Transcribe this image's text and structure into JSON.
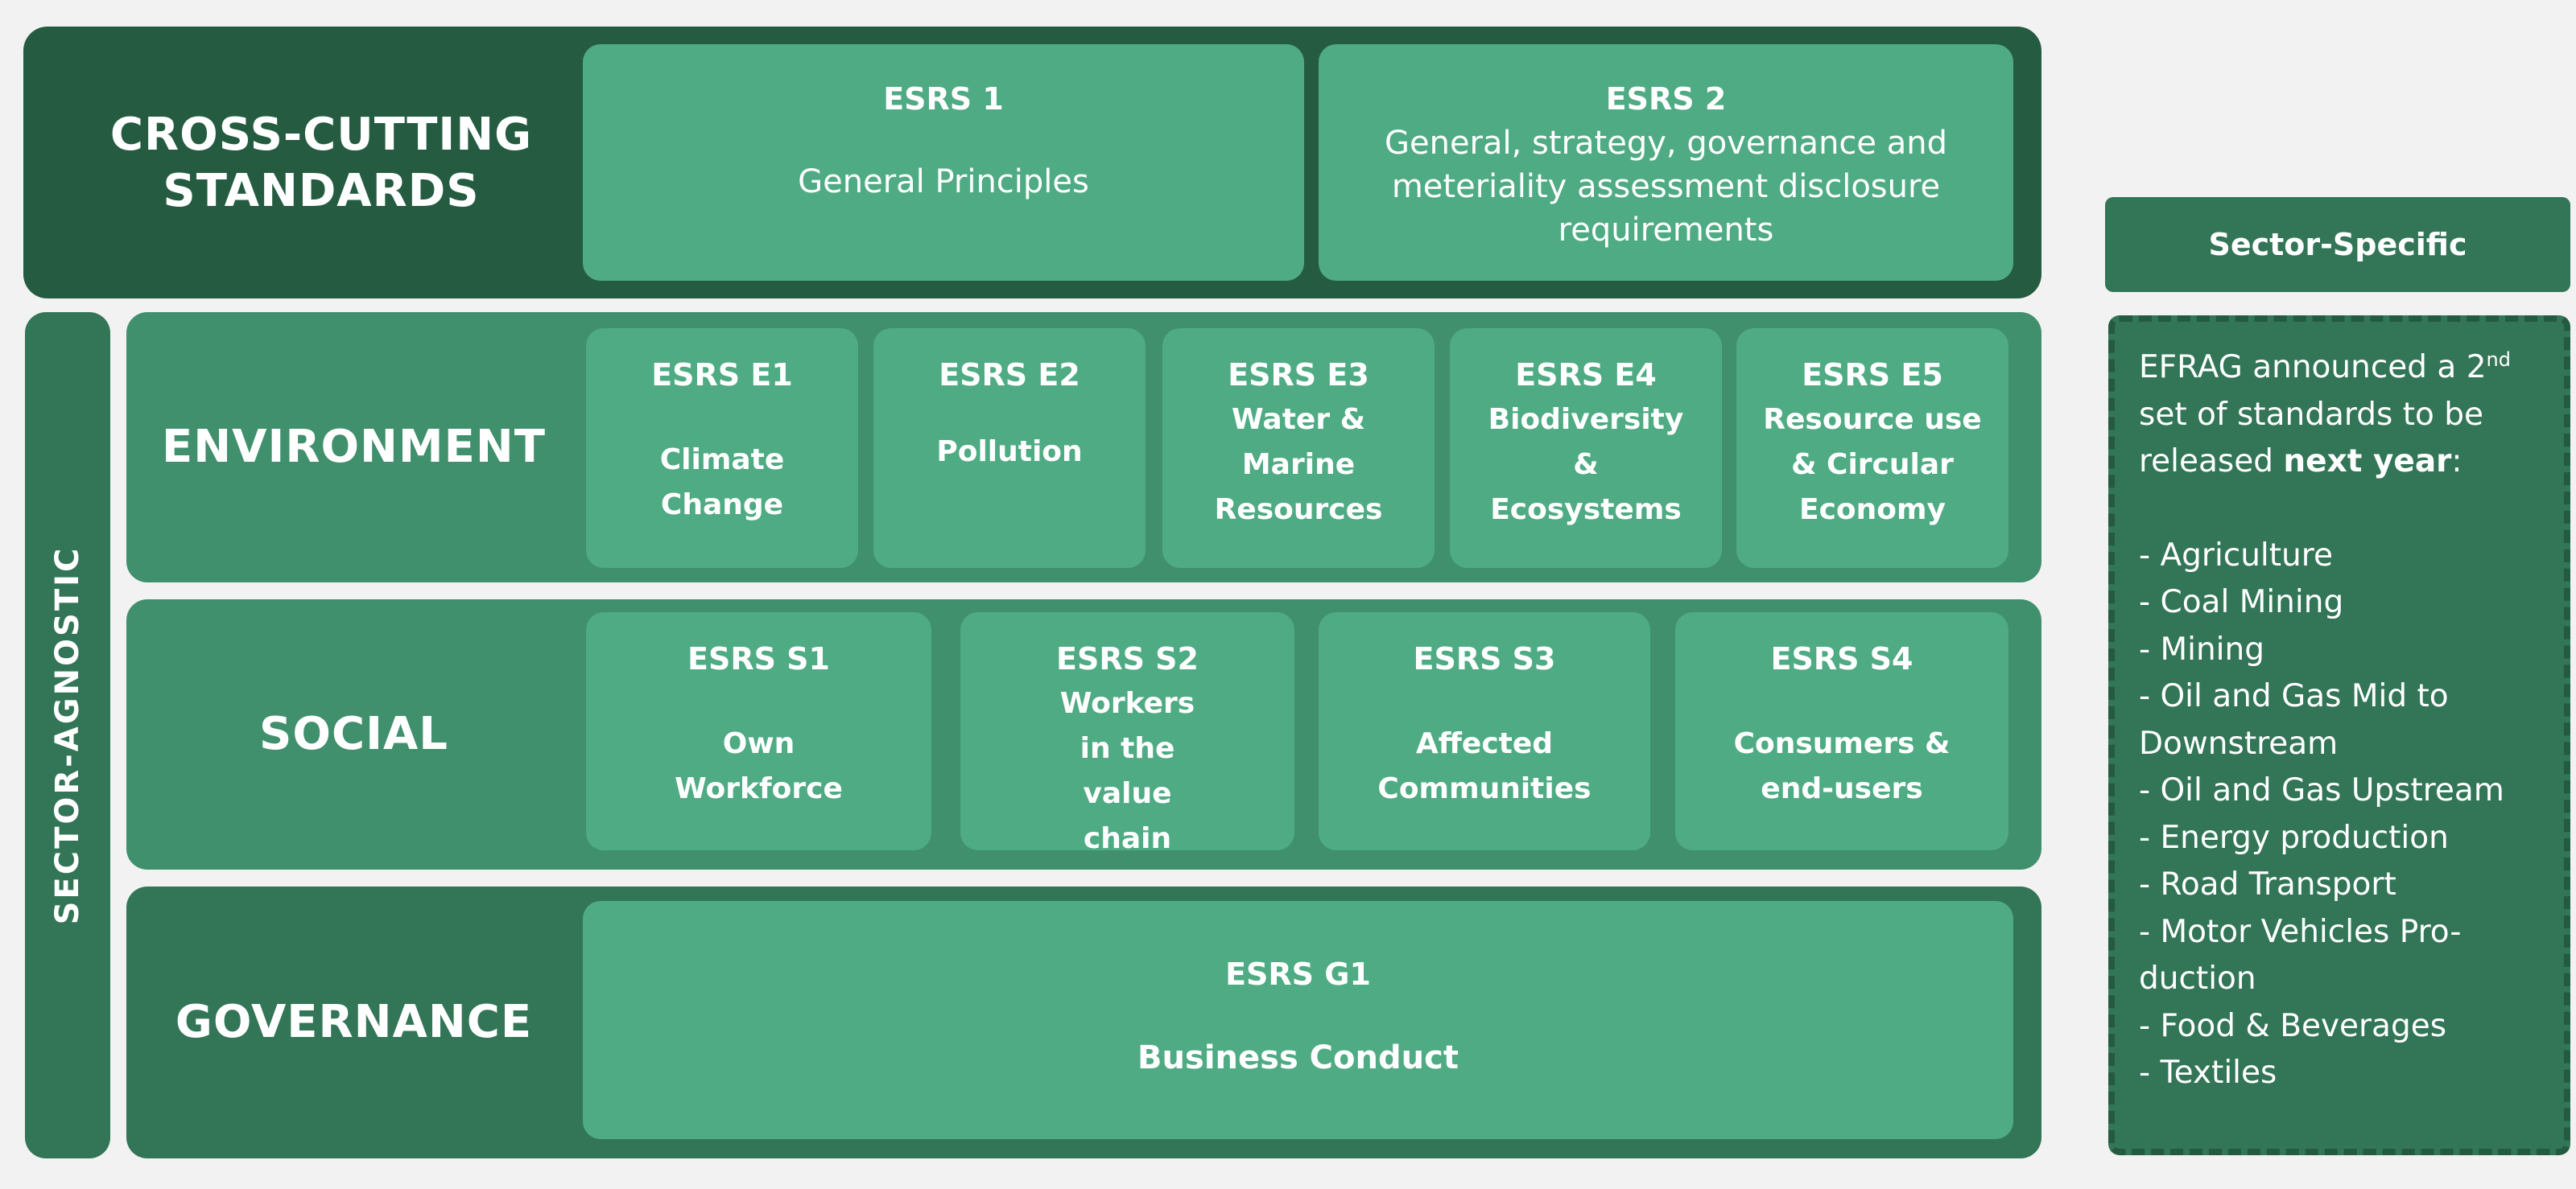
{
  "cross_cutting": {
    "label": "CROSS-CUTTING STANDARDS",
    "standards": [
      {
        "code": "ESRS 1",
        "title": "General Principles"
      },
      {
        "code": "ESRS 2",
        "title": "General, strategy, governance and meteriality assessment disclosure requirements"
      }
    ]
  },
  "sector_agnostic": {
    "label": "SECTOR-AGNOSTIC"
  },
  "environment": {
    "label": "ENVIRONMENT",
    "standards": [
      {
        "code": "ESRS E1",
        "title": "Climate Change"
      },
      {
        "code": "ESRS E2",
        "title": "Pollution"
      },
      {
        "code": "ESRS E3",
        "title": "Water & Marine Resources"
      },
      {
        "code": "ESRS E4",
        "title": "Biodiversity & Ecosystems"
      },
      {
        "code": "ESRS E5",
        "title": "Resource use & Circular Economy"
      }
    ]
  },
  "social": {
    "label": "SOCIAL",
    "standards": [
      {
        "code": "ESRS S1",
        "title": "Own Workforce"
      },
      {
        "code": "ESRS S2",
        "title": "Workers in the value chain"
      },
      {
        "code": "ESRS S3",
        "title": "Affected Communities"
      },
      {
        "code": "ESRS S4",
        "title": "Consumers & end-users"
      }
    ]
  },
  "governance": {
    "label": "GOVERNANCE",
    "standards": [
      {
        "code": "ESRS G1",
        "title": "Business Conduct"
      }
    ]
  },
  "sector_specific": {
    "header": "Sector-Specific",
    "intro_part1": "EFRAG announced a 2",
    "intro_sup": "nd",
    "intro_part2": " set of standards to be released ",
    "intro_bold": "next year",
    "intro_end": ":",
    "sectors": [
      "- Agriculture",
      "- Coal Mining",
      "- Mining",
      "- Oil and Gas Mid to Downstream",
      "- Oil and Gas Upstream",
      "- Energy production",
      "- Road Transport",
      "- Motor Vehicles Pro-duction",
      "- Food & Beverages",
      "- Textiles"
    ]
  },
  "colors": {
    "background": "#f2f2f2",
    "cross_cutting_panel": "#255c41",
    "row_panel": "#40906d",
    "governance_panel": "#327557",
    "standard_box": "#4fab84",
    "sector_specific": "#327557",
    "dashed_border": "#235a40",
    "text": "#ffffff"
  }
}
